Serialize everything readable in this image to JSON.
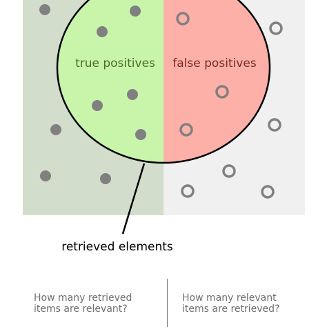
{
  "regions": {
    "relevant_fill": "#d2ddcc",
    "irrelevant_fill": "#f0f0f0"
  },
  "ellipse": {
    "left_label": "true positives",
    "left_fill": "#c9f5aa",
    "left_label_color": "#4d6b2a",
    "right_label": "false positives",
    "right_fill": "#fdb0a8",
    "right_label_color": "#7a2a22"
  },
  "pointer": {
    "label": "retrieved elements"
  },
  "elements": {
    "relevant_marker": "filled-dot",
    "irrelevant_marker": "hollow-ring",
    "marker_color": "#808080"
  },
  "questions": {
    "precision": "How many retrieved\nitems are relevant?",
    "recall": "How many relevant\nitems are retrieved?"
  }
}
